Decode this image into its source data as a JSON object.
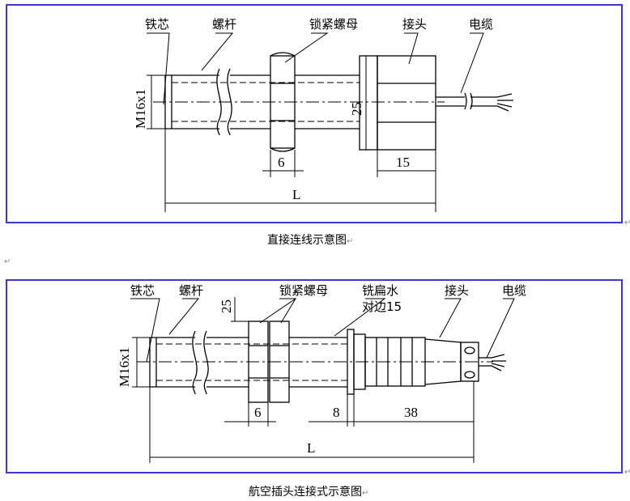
{
  "top": {
    "labels": {
      "core": "铁芯",
      "screw": "螺杆",
      "lock_nut": "锁紧螺母",
      "connector": "接头",
      "cable": "电缆"
    },
    "dims": {
      "thread": "M16x1",
      "d25": "25",
      "d6": "6",
      "d15": "15",
      "L": "L"
    },
    "caption": "直接连线示意图"
  },
  "bottom": {
    "labels": {
      "core": "铁芯",
      "screw": "螺杆",
      "lock_nut": "锁紧螺母",
      "milled_flat": "铣扁水",
      "across_flats": "对边15",
      "connector": "接头",
      "cable": "电缆"
    },
    "dims": {
      "thread": "M16x1",
      "d25": "25",
      "d6": "6",
      "d8": "8",
      "d38": "38",
      "L": "L"
    },
    "caption": "航空插头连接式示意图"
  },
  "return_marks": [
    "↵",
    "↵",
    "↵",
    "↵",
    "↵"
  ]
}
